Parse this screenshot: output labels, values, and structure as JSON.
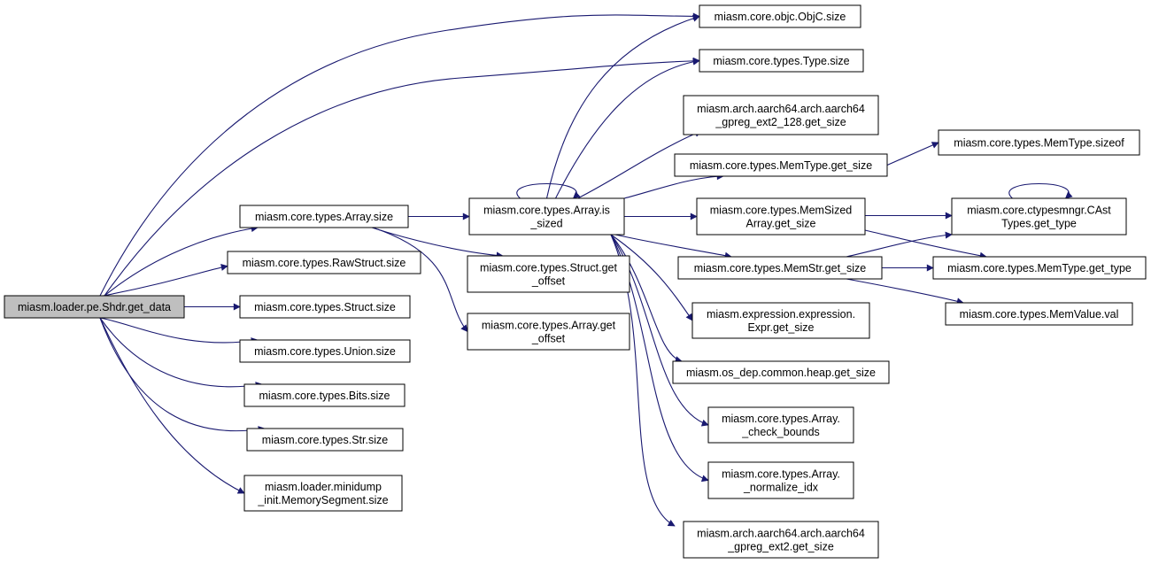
{
  "graph": {
    "colors": {
      "edge": "#191970",
      "root_fill": "#bfbfbf",
      "node_fill": "#ffffff",
      "border": "#000000"
    },
    "nodes": [
      {
        "id": "root",
        "lines": [
          "miasm.loader.pe.Shdr.get_data"
        ],
        "root": true
      },
      {
        "id": "objc_size",
        "lines": [
          "miasm.core.objc.ObjC.size"
        ]
      },
      {
        "id": "type_size",
        "lines": [
          "miasm.core.types.Type.size"
        ]
      },
      {
        "id": "gpreg128",
        "lines": [
          "miasm.arch.aarch64.arch.aarch64",
          "_gpreg_ext2_128.get_size"
        ]
      },
      {
        "id": "sizeof",
        "lines": [
          "miasm.core.types.MemType.sizeof"
        ]
      },
      {
        "id": "memtype_getsize",
        "lines": [
          "miasm.core.types.MemType.get_size"
        ]
      },
      {
        "id": "array_size",
        "lines": [
          "miasm.core.types.Array.size"
        ]
      },
      {
        "id": "is_sized",
        "lines": [
          "miasm.core.types.Array.is",
          "_sized"
        ]
      },
      {
        "id": "memsized",
        "lines": [
          "miasm.core.types.MemSized",
          "Array.get_size"
        ]
      },
      {
        "id": "castget",
        "lines": [
          "miasm.core.ctypesmngr.CAst",
          "Types.get_type"
        ]
      },
      {
        "id": "rawstruct",
        "lines": [
          "miasm.core.types.RawStruct.size"
        ]
      },
      {
        "id": "struct_offset",
        "lines": [
          "miasm.core.types.Struct.get",
          "_offset"
        ]
      },
      {
        "id": "memstr_getsize",
        "lines": [
          "miasm.core.types.MemStr.get_size"
        ]
      },
      {
        "id": "memtype_gettype",
        "lines": [
          "miasm.core.types.MemType.get_type"
        ]
      },
      {
        "id": "struct_size",
        "lines": [
          "miasm.core.types.Struct.size"
        ]
      },
      {
        "id": "expr_getsize",
        "lines": [
          "miasm.expression.expression.",
          "Expr.get_size"
        ]
      },
      {
        "id": "memvalue",
        "lines": [
          "miasm.core.types.MemValue.val"
        ]
      },
      {
        "id": "array_offset",
        "lines": [
          "miasm.core.types.Array.get",
          "_offset"
        ]
      },
      {
        "id": "union_size",
        "lines": [
          "miasm.core.types.Union.size"
        ]
      },
      {
        "id": "heap",
        "lines": [
          "miasm.os_dep.common.heap.get_size"
        ]
      },
      {
        "id": "bits_size",
        "lines": [
          "miasm.core.types.Bits.size"
        ]
      },
      {
        "id": "check_bounds",
        "lines": [
          "miasm.core.types.Array.",
          "_check_bounds"
        ]
      },
      {
        "id": "str_size",
        "lines": [
          "miasm.core.types.Str.size"
        ]
      },
      {
        "id": "minidump",
        "lines": [
          "miasm.loader.minidump",
          "_init.MemorySegment.size"
        ]
      },
      {
        "id": "normalize",
        "lines": [
          "miasm.core.types.Array.",
          "_normalize_idx"
        ]
      },
      {
        "id": "gpreg_ext2",
        "lines": [
          "miasm.arch.aarch64.arch.aarch64",
          "_gpreg_ext2.get_size"
        ]
      }
    ],
    "edges": [
      {
        "from": "root",
        "to": "objc_size"
      },
      {
        "from": "root",
        "to": "type_size"
      },
      {
        "from": "root",
        "to": "array_size"
      },
      {
        "from": "root",
        "to": "rawstruct"
      },
      {
        "from": "root",
        "to": "struct_size"
      },
      {
        "from": "root",
        "to": "union_size"
      },
      {
        "from": "root",
        "to": "bits_size"
      },
      {
        "from": "root",
        "to": "str_size"
      },
      {
        "from": "root",
        "to": "minidump"
      },
      {
        "from": "array_size",
        "to": "is_sized"
      },
      {
        "from": "array_size",
        "to": "struct_offset"
      },
      {
        "from": "array_size",
        "to": "array_offset"
      },
      {
        "from": "is_sized",
        "to": "objc_size"
      },
      {
        "from": "is_sized",
        "to": "type_size"
      },
      {
        "from": "is_sized",
        "to": "gpreg128"
      },
      {
        "from": "is_sized",
        "to": "memtype_getsize"
      },
      {
        "from": "is_sized",
        "to": "is_sized"
      },
      {
        "from": "is_sized",
        "to": "memsized"
      },
      {
        "from": "is_sized",
        "to": "memstr_getsize"
      },
      {
        "from": "is_sized",
        "to": "expr_getsize"
      },
      {
        "from": "is_sized",
        "to": "heap"
      },
      {
        "from": "is_sized",
        "to": "check_bounds"
      },
      {
        "from": "is_sized",
        "to": "normalize"
      },
      {
        "from": "is_sized",
        "to": "gpreg_ext2"
      },
      {
        "from": "memtype_getsize",
        "to": "sizeof"
      },
      {
        "from": "memsized",
        "to": "castget"
      },
      {
        "from": "memsized",
        "to": "memtype_gettype"
      },
      {
        "from": "memstr_getsize",
        "to": "castget"
      },
      {
        "from": "memstr_getsize",
        "to": "memtype_gettype"
      },
      {
        "from": "memstr_getsize",
        "to": "memvalue"
      },
      {
        "from": "castget",
        "to": "castget"
      }
    ]
  }
}
